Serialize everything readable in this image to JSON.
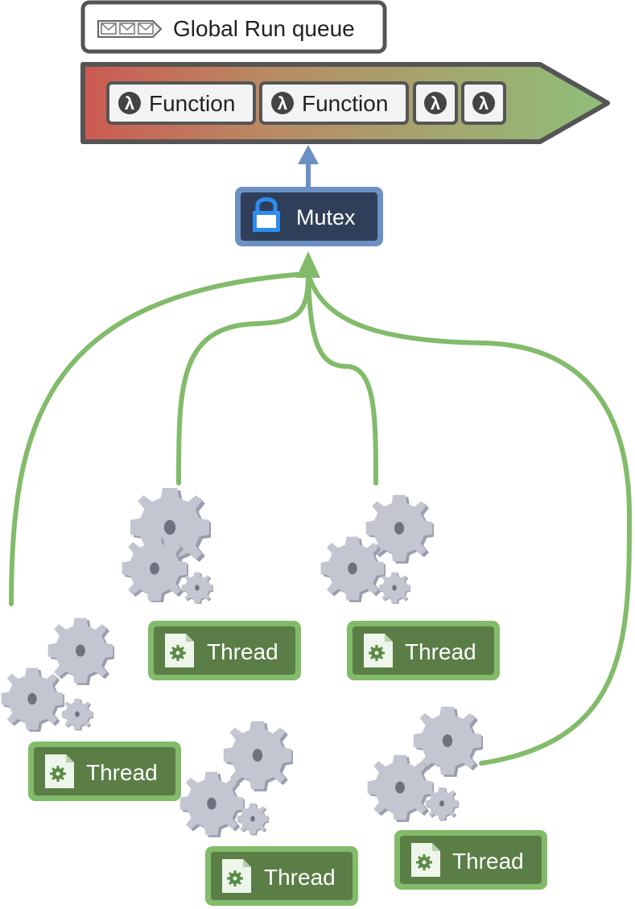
{
  "queue": {
    "title": "Global Run queue",
    "items": [
      {
        "icon": "lambda-icon",
        "label": "Function"
      },
      {
        "icon": "lambda-icon",
        "label": "Function"
      },
      {
        "icon": "lambda-icon",
        "label": ""
      },
      {
        "icon": "lambda-icon",
        "label": ""
      }
    ],
    "gradient": [
      "#cc5a52",
      "#8fc07a"
    ]
  },
  "mutex": {
    "label": "Mutex",
    "icon": "lock-icon"
  },
  "threads": [
    {
      "label": "Thread",
      "icon": "gear-document-icon"
    },
    {
      "label": "Thread",
      "icon": "gear-document-icon"
    },
    {
      "label": "Thread",
      "icon": "gear-document-icon"
    },
    {
      "label": "Thread",
      "icon": "gear-document-icon"
    },
    {
      "label": "Thread",
      "icon": "gear-document-icon"
    }
  ],
  "colors": {
    "connector": "#82bb6a",
    "arrow_up": "#6c90c4",
    "thread_fill": "#5a7e46",
    "thread_border": "#82bb6a",
    "mutex_fill": "#2f3f5a",
    "mutex_border": "#6c90c4",
    "gear_fill": "#c3c6d1"
  }
}
